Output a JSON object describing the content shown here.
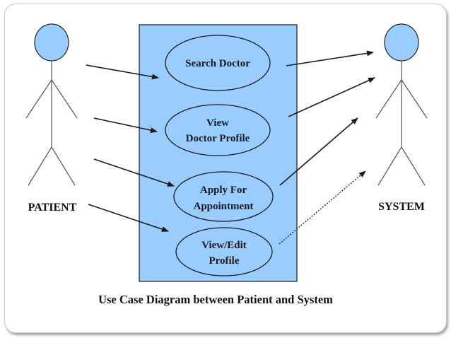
{
  "diagram": {
    "caption": "Use Case Diagram between Patient and System",
    "actors": {
      "patient": "PATIENT",
      "system": "SYSTEM"
    },
    "use_cases": [
      {
        "lines": [
          "Search Doctor"
        ]
      },
      {
        "lines": [
          "View",
          "Doctor Profile"
        ]
      },
      {
        "lines": [
          "Apply For",
          "Appointment"
        ]
      },
      {
        "lines": [
          "View/Edit",
          "Profile"
        ]
      }
    ]
  },
  "colors": {
    "system_boundary_fill": "#99ccff",
    "actor_head_fill": "#99ccff",
    "outline": "#1a1a1a"
  }
}
